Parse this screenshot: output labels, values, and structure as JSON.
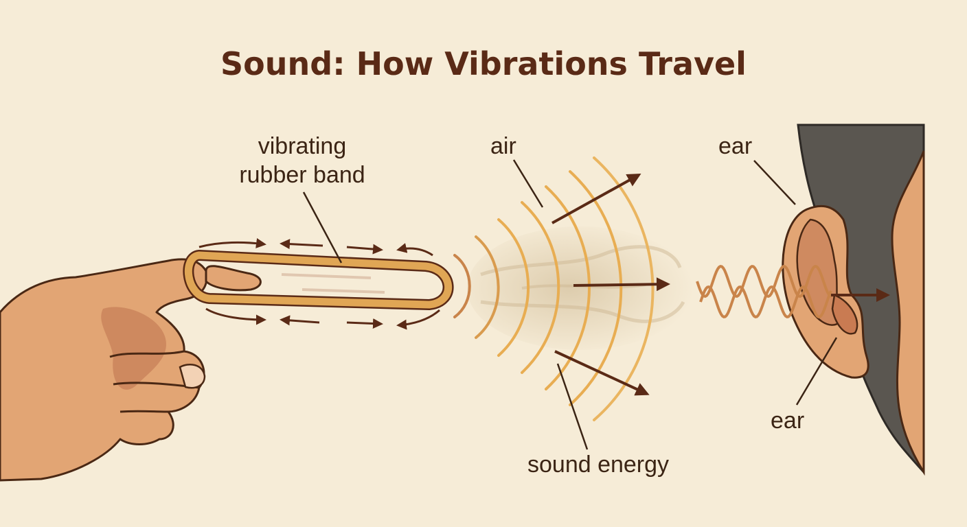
{
  "title": "Sound: How Vibrations Travel",
  "labels": {
    "rubber_band_line1": "vibrating",
    "rubber_band_line2": "rubber band",
    "air": "air",
    "ear_top": "ear",
    "ear_bottom": "ear",
    "sound_energy": "sound energy"
  },
  "colors": {
    "background": "#f6ecd7",
    "title": "#5a2a16",
    "skin": "#e2a574",
    "skin_shadow": "#c9825a",
    "rubber_band": "#e0a655",
    "wave": "#e8ad52",
    "arrow": "#5a2a16",
    "hair": "#5a5650"
  }
}
